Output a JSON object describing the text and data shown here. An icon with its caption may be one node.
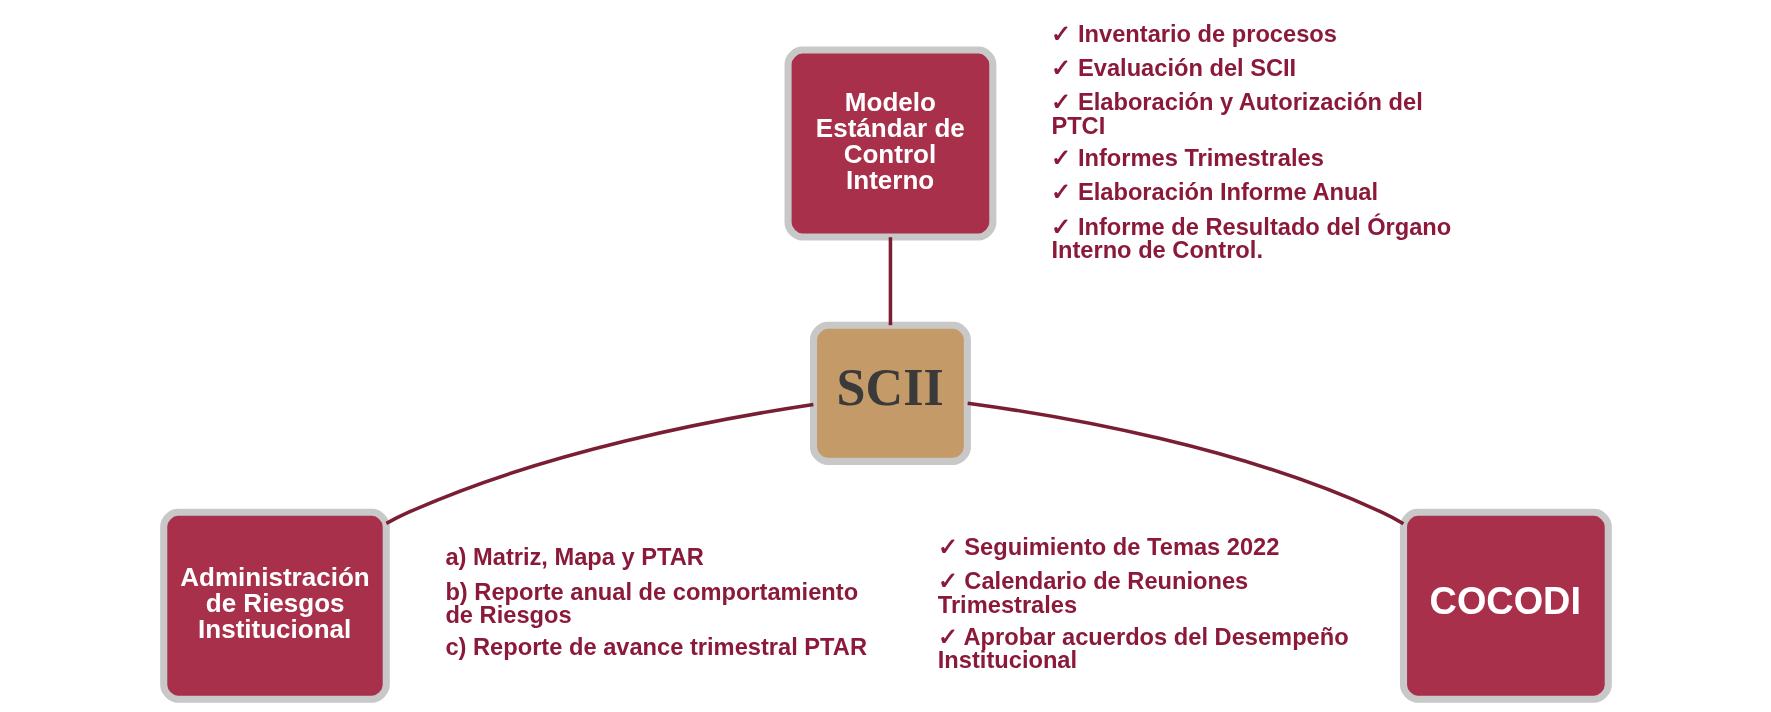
{
  "diagram": {
    "nodes": [
      {
        "text": [
          "Modelo Estándar de Control Interno"
        ],
        "beside": [
          "✓ Inventario de procesos",
          "✓ Evaluación del SCII",
          "✓ Elaboración y Autorización del PTCI",
          "✓ Informes Trimestrales",
          "✓ Elaboración Informe Anual",
          "✓ Informe de Resultado del Órgano Interno de Control."
        ]
      },
      {
        "text": [
          "SCII"
        ]
      },
      {
        "text": [
          "COCODI"
        ],
        "beside": [
          "✓ Seguimiento de Temas 2022",
          "✓ Calendario de Reuniones Trimestrales",
          "✓ Aprobar acuerdos del Desempeño Institucional"
        ]
      },
      {
        "text": [
          "Administración de Riesgos Institucional"
        ],
        "beside": [
          "a) Matriz, Mapa y PTAR",
          "b) Reporte anual de comportamiento de Riesgos",
          "c) Reporte de avance trimestral PTAR"
        ]
      }
    ],
    "edges": [
      {
        "from": 1,
        "to": 0,
        "arrow": "none"
      },
      {
        "from": 1,
        "to": 2,
        "arrow": "none"
      },
      {
        "from": 1,
        "to": 3,
        "arrow": "none"
      }
    ]
  }
}
